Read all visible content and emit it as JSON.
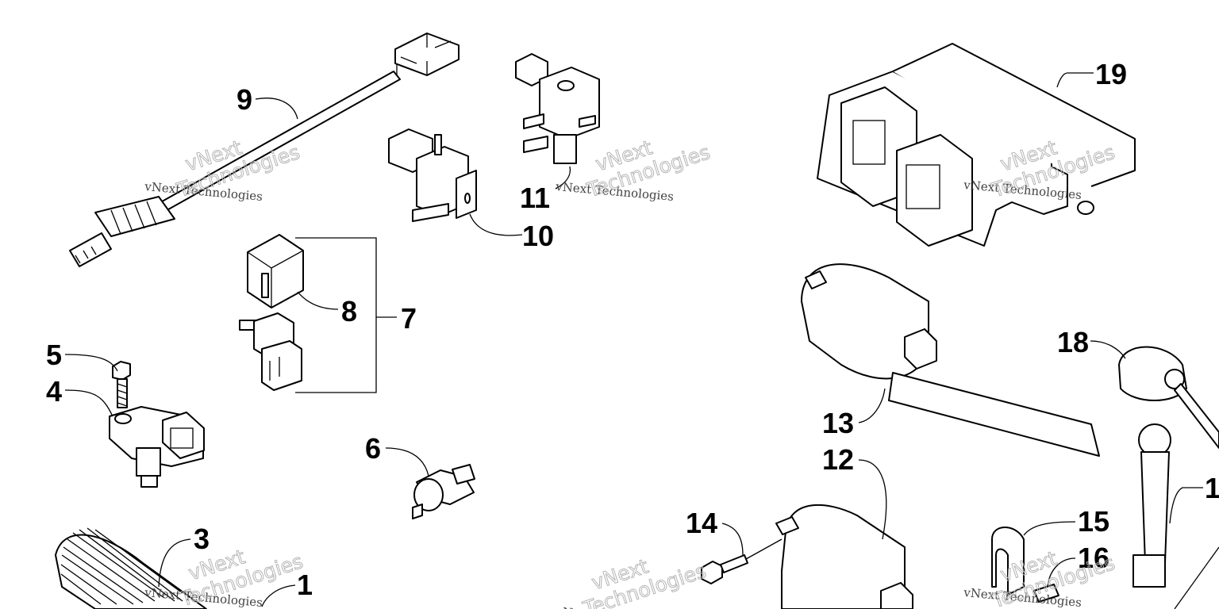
{
  "diagram": {
    "callouts": [
      "9",
      "11",
      "10",
      "8",
      "7",
      "5",
      "4",
      "6",
      "3",
      "1",
      "19",
      "18",
      "13",
      "12",
      "14",
      "15",
      "16",
      "1"
    ],
    "watermark": {
      "text": "vNext Technologies",
      "word_top": "vNext",
      "word_bottom": "Technologies"
    }
  }
}
